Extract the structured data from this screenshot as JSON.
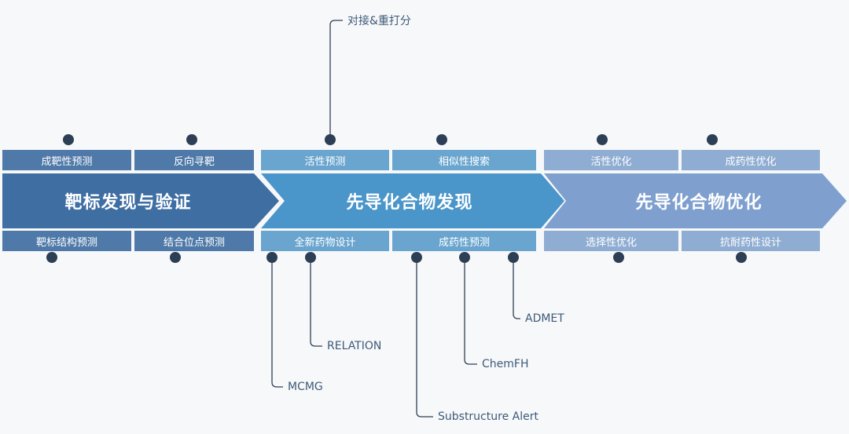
{
  "colors": {
    "stage1": "#3f6ea3",
    "stage2": "#4a95c9",
    "stage3": "#7fa0cf",
    "dot": "#2d3f55",
    "line": "#2d3f55"
  },
  "stages": [
    {
      "title": "靶标发现与验证",
      "top_tasks": [
        "成靶性预测",
        "反向寻靶"
      ],
      "bottom_tasks": [
        "靶标结构预测",
        "结合位点预测"
      ]
    },
    {
      "title": "先导化合物发现",
      "top_tasks": [
        "活性预测",
        "相似性搜索"
      ],
      "bottom_tasks": [
        "全新药物设计",
        "成药性预测"
      ]
    },
    {
      "title": "先导化合物优化",
      "top_tasks": [
        "活性优化",
        "成药性优化"
      ],
      "bottom_tasks": [
        "选择性优化",
        "抗耐药性设计"
      ]
    }
  ],
  "tools": {
    "docking": "对接&重打分",
    "mcmg": "MCMG",
    "relation": "RELATION",
    "substructure_alert": "Substructure Alert",
    "chemfh": "ChemFH",
    "admet": "ADMET"
  }
}
